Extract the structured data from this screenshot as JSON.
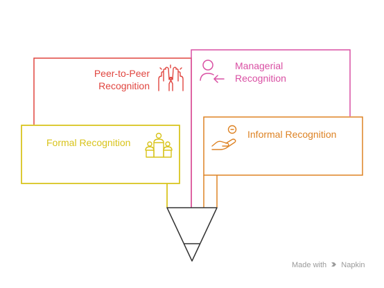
{
  "items": {
    "peer": {
      "line1": "Peer-to-Peer",
      "line2": "Recognition",
      "color": "#e0453f",
      "icon": "high-five-hands-icon"
    },
    "managerial": {
      "line1": "Managerial",
      "line2": "Recognition",
      "color": "#d94fa3",
      "icon": "person-arrow-icon"
    },
    "formal": {
      "line1": "Formal Recognition",
      "color": "#d8c319",
      "icon": "podium-icon"
    },
    "informal": {
      "line1": "Informal Recognition",
      "color": "#dd8223",
      "icon": "hand-coin-icon"
    }
  },
  "funnel": {
    "color": "#333333"
  },
  "credit": {
    "prefix": "Made with",
    "brand": "Napkin"
  }
}
